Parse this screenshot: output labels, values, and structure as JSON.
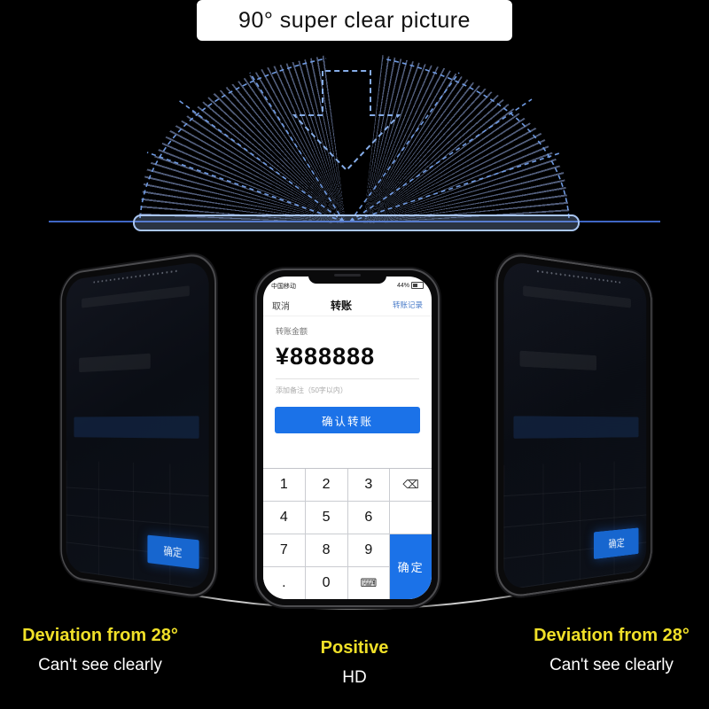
{
  "title": "90° super clear picture",
  "colors": {
    "background": "#000000",
    "accent_blue": "#1b72e8",
    "ray_blue": "#6f9ae2",
    "caption_yellow": "#f0e028",
    "caption_white": "#ffffff"
  },
  "phone": {
    "status": {
      "carrier": "中国移动",
      "battery": "44%"
    },
    "nav": {
      "cancel": "取消",
      "title": "转账",
      "history": "转账记录"
    },
    "transfer": {
      "amount_label": "转账金额",
      "amount": "¥888888",
      "note_placeholder": "添加备注（50字以内）",
      "confirm": "确认转账"
    },
    "keypad": {
      "keys": [
        "1",
        "2",
        "3",
        "4",
        "5",
        "6",
        "7",
        "8",
        "9",
        ".",
        "0"
      ],
      "backspace_icon": "⌫",
      "keyboard_icon": "⌨",
      "confirm": "确定"
    }
  },
  "side_phone": {
    "button": "确定"
  },
  "captions": {
    "left": {
      "line1": "Deviation from 28°",
      "line2": "Can't see clearly"
    },
    "center": {
      "line1": "Positive",
      "line2": "HD"
    },
    "right": {
      "line1": "Deviation from 28°",
      "line2": "Can't see clearly"
    }
  }
}
